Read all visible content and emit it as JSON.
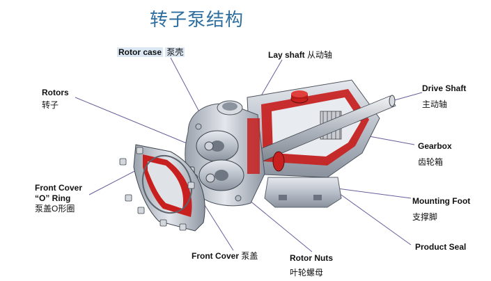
{
  "title": "转子泵结构",
  "labels": {
    "rotor_case": {
      "en": "Rotor case",
      "zh": "泵壳"
    },
    "lay_shaft": {
      "en": "Lay shaft",
      "zh": "从动轴"
    },
    "rotors": {
      "en": "Rotors",
      "zh": "转子"
    },
    "drive_shaft": {
      "en": "Drive Shaft",
      "zh": "主动轴"
    },
    "gearbox": {
      "en": "Gearbox",
      "zh": "齿轮箱"
    },
    "front_cover_o_ring": {
      "en1": "Front Cover",
      "en2": "“O” Ring",
      "zh": "泵盖O形圈"
    },
    "mounting_foot": {
      "en": "Mounting Foot",
      "zh": "支撑脚"
    },
    "product_seal": {
      "en": "Product Seal",
      "zh": ""
    },
    "front_cover": {
      "en": "Front Cover",
      "zh": "泵盖"
    },
    "rotor_nuts": {
      "en": "Rotor Nuts",
      "zh": "叶轮螺母"
    }
  },
  "colors": {
    "accent_red": "#c8201e",
    "metal": "#b9bfc9",
    "metal_dark": "#7d8591",
    "title": "#2f6fa0",
    "leader": "#6a5c9a"
  }
}
